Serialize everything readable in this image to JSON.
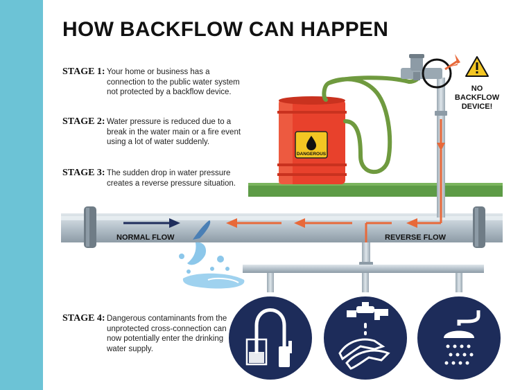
{
  "title": "HOW BACKFLOW CAN HAPPEN",
  "stages": [
    {
      "label": "STAGE 1:",
      "text": "Your home or business has a connection to the public water system not protected by a backflow device."
    },
    {
      "label": "STAGE 2:",
      "text": "Water pressure is reduced due to a break in the water main or a fire event using a lot of water suddenly."
    },
    {
      "label": "STAGE 3:",
      "text": "The sudden drop in water pressure creates a reverse pressure situation."
    },
    {
      "label": "STAGE 4:",
      "text": "Dangerous contaminants from the unprotected cross-connection can now potentially enter the drinking water supply."
    }
  ],
  "labels": {
    "no_backflow_line1": "NO",
    "no_backflow_line2": "BACKFLOW",
    "no_backflow_line3": "DEVICE!",
    "barrel_warning": "DANGEROUS",
    "normal_flow": "NORMAL FLOW",
    "reverse_flow": "REVERSE FLOW"
  },
  "icons": [
    "warning-triangle-icon",
    "skull-drop-icon",
    "kitchen-faucet-icon",
    "hand-washing-icon",
    "shower-icon"
  ],
  "colors": {
    "sidebar": "#6cc3d6",
    "flow_arrow": "#e8693a",
    "normal_arrow": "#1f2d5c",
    "barrel": "#e8412c",
    "hose": "#6f9a3f",
    "ground": "#5d9b46",
    "pipe": "#b8c4cd",
    "circle_icon_bg": "#1d2c5a"
  }
}
